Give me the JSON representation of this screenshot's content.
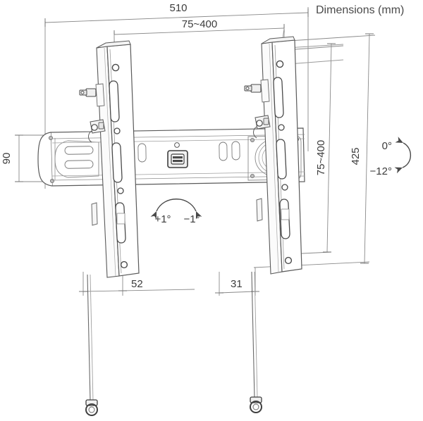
{
  "drawing": {
    "title": "Dimensions (mm)",
    "units": "mm",
    "subject": "tilting tv wall mount bracket - front view technical drawing"
  },
  "dimensions": {
    "overall_width": "510",
    "vesa_horizontal": "75~400",
    "vesa_vertical": "75~400",
    "overall_height": "425",
    "plate_height": "90",
    "left_offset": "52",
    "right_offset": "31"
  },
  "angles": {
    "swivel_left": "+1°",
    "swivel_right": "−1°",
    "tilt_top": "0°",
    "tilt_bottom": "−12°"
  },
  "icons": {
    "swivel_arc": "swivel-arc-icon",
    "tilt_arc": "tilt-arc-icon"
  },
  "colors": {
    "line": "#5a5a5a",
    "line_light": "#9a9a9a",
    "text": "#3c3c3c",
    "fill": "#ffffff",
    "fill_shade": "#f2f2f2"
  }
}
